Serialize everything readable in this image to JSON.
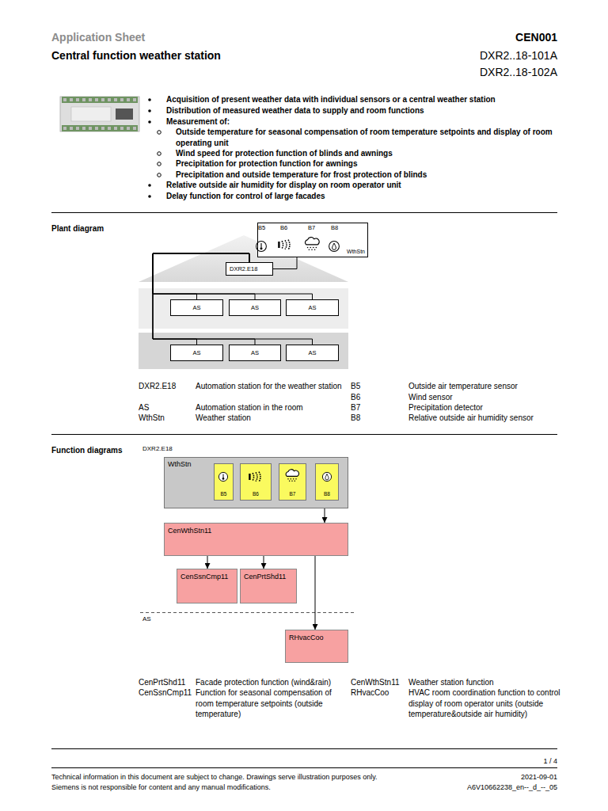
{
  "diagram": {
    "title": "Central function weather station",
    "nodes": [
      {
        "text": [
          "WthStn"
        ]
      },
      {
        "text": [
          "DXR2.E18"
        ]
      },
      {
        "text": [
          "AS"
        ]
      },
      {
        "text": [
          "AS"
        ]
      },
      {
        "text": [
          "AS"
        ]
      },
      {
        "text": [
          "AS"
        ]
      },
      {
        "text": [
          "AS"
        ]
      },
      {
        "text": [
          "AS"
        ]
      },
      {
        "text": [
          "WthStn"
        ]
      },
      {
        "text": [
          "B5"
        ],
        "in": 8
      },
      {
        "text": [
          "B6"
        ],
        "in": 8
      },
      {
        "text": [
          "B7"
        ],
        "in": 8
      },
      {
        "text": [
          "B8"
        ],
        "in": 8
      },
      {
        "text": [
          "CenWthStn11"
        ]
      },
      {
        "text": [
          "CenSsnCmp11"
        ]
      },
      {
        "text": [
          "CenPrtShd11"
        ]
      },
      {
        "text": [
          "RHvacCoo"
        ]
      }
    ],
    "edges": [
      {
        "from": 0,
        "to": 1,
        "arrow": "none"
      },
      {
        "from": 1,
        "to": 2,
        "arrow": "none"
      },
      {
        "from": 1,
        "to": 3,
        "arrow": "none"
      },
      {
        "from": 1,
        "to": 4,
        "arrow": "none"
      },
      {
        "from": 1,
        "to": 5,
        "arrow": "none"
      },
      {
        "from": 1,
        "to": 6,
        "arrow": "none"
      },
      {
        "from": 1,
        "to": 7,
        "arrow": "none"
      },
      {
        "from": 8,
        "to": 13,
        "arrow": "to"
      },
      {
        "from": 13,
        "to": 14,
        "arrow": "to"
      },
      {
        "from": 13,
        "to": 15,
        "arrow": "to"
      },
      {
        "from": 13,
        "to": 16,
        "arrow": "to"
      }
    ],
    "labels": [
      "Application Sheet",
      "CEN001",
      "DXR2..18-101A",
      "DXR2..18-102A",
      "Acquisition of present weather data with individual sensors or a central weather station",
      "Distribution of measured weather data to supply and room functions",
      "Measurement of:",
      "Outside temperature for seasonal compensation of room temperature setpoints and display of room operating unit",
      "Wind speed for protection function of blinds and awnings",
      "Precipitation for protection function for awnings",
      "Precipitation and outside temperature for frost protection of blinds",
      "Relative outside air humidity for display on room operator unit",
      "Delay function for control of large facades",
      "Plant diagram",
      "B5",
      "B6",
      "B7",
      "B8",
      "DXR2.E18",
      "Automation station for the weather station",
      "B5",
      "Outside air temperature sensor",
      "B6",
      "Wind sensor",
      "AS",
      "Automation station in the room",
      "B7",
      "Precipitation detector",
      "WthStn",
      "Weather station",
      "B8",
      "Relative outside air humidity sensor",
      "Function diagrams",
      "DXR2.E18",
      "AS",
      "CenPrtShd11",
      "Facade protection function (wind&rain)",
      "CenWthStn11",
      "Weather station function",
      "CenSsnCmp11",
      "Function for seasonal compensation of room temperature setpoints (outside temperature)",
      "RHvacCoo",
      "HVAC room coordination function to control display of room operator units (outside temperature&outside air humidity)",
      "1 / 4",
      "Technical information in this document are subject to change. Drawings serve illustration purposes only.",
      "Siemens is not responsible for content and any manual modifications.",
      "2021-09-01",
      "A6V10662238_en--_d_--_05"
    ]
  }
}
